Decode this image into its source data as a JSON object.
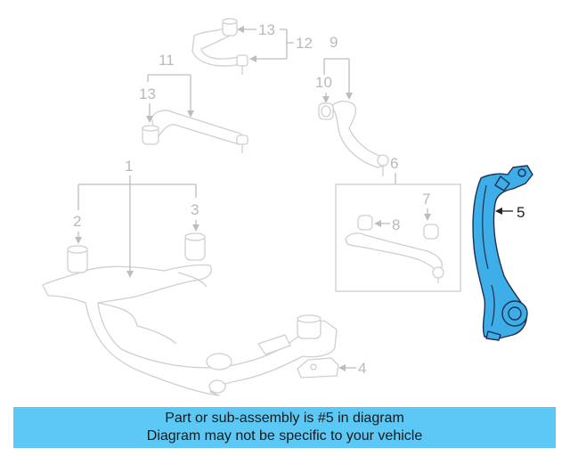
{
  "callouts": {
    "c1": "1",
    "c2": "2",
    "c3": "3",
    "c4": "4",
    "c5": "5",
    "c6": "6",
    "c7": "7",
    "c8": "8",
    "c9": "9",
    "c10": "10",
    "c11": "11",
    "c12": "12",
    "c13a": "13",
    "c13b": "13"
  },
  "highlighted_part": "5",
  "colors": {
    "highlight": "#3daee8",
    "banner": "#5cc8f5",
    "muted_part": "#cfcfcf"
  },
  "banner": {
    "line1": "Part or sub-assembly is #5 in diagram",
    "line2": "Diagram may not be specific to your vehicle"
  }
}
